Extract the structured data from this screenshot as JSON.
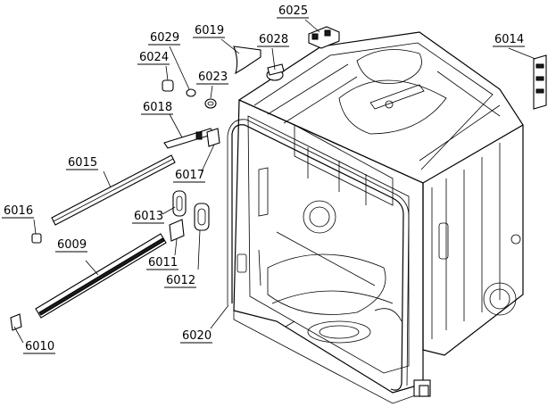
{
  "labels": {
    "p6025": "6025",
    "p6029": "6029",
    "p6019": "6019",
    "p6028": "6028",
    "p6014": "6014",
    "p6024": "6024",
    "p6023": "6023",
    "p6018": "6018",
    "p6015": "6015",
    "p6017": "6017",
    "p6016": "6016",
    "p6013": "6013",
    "p6009": "6009",
    "p6011": "6011",
    "p6012": "6012",
    "p6020": "6020",
    "p6010": "6010"
  }
}
